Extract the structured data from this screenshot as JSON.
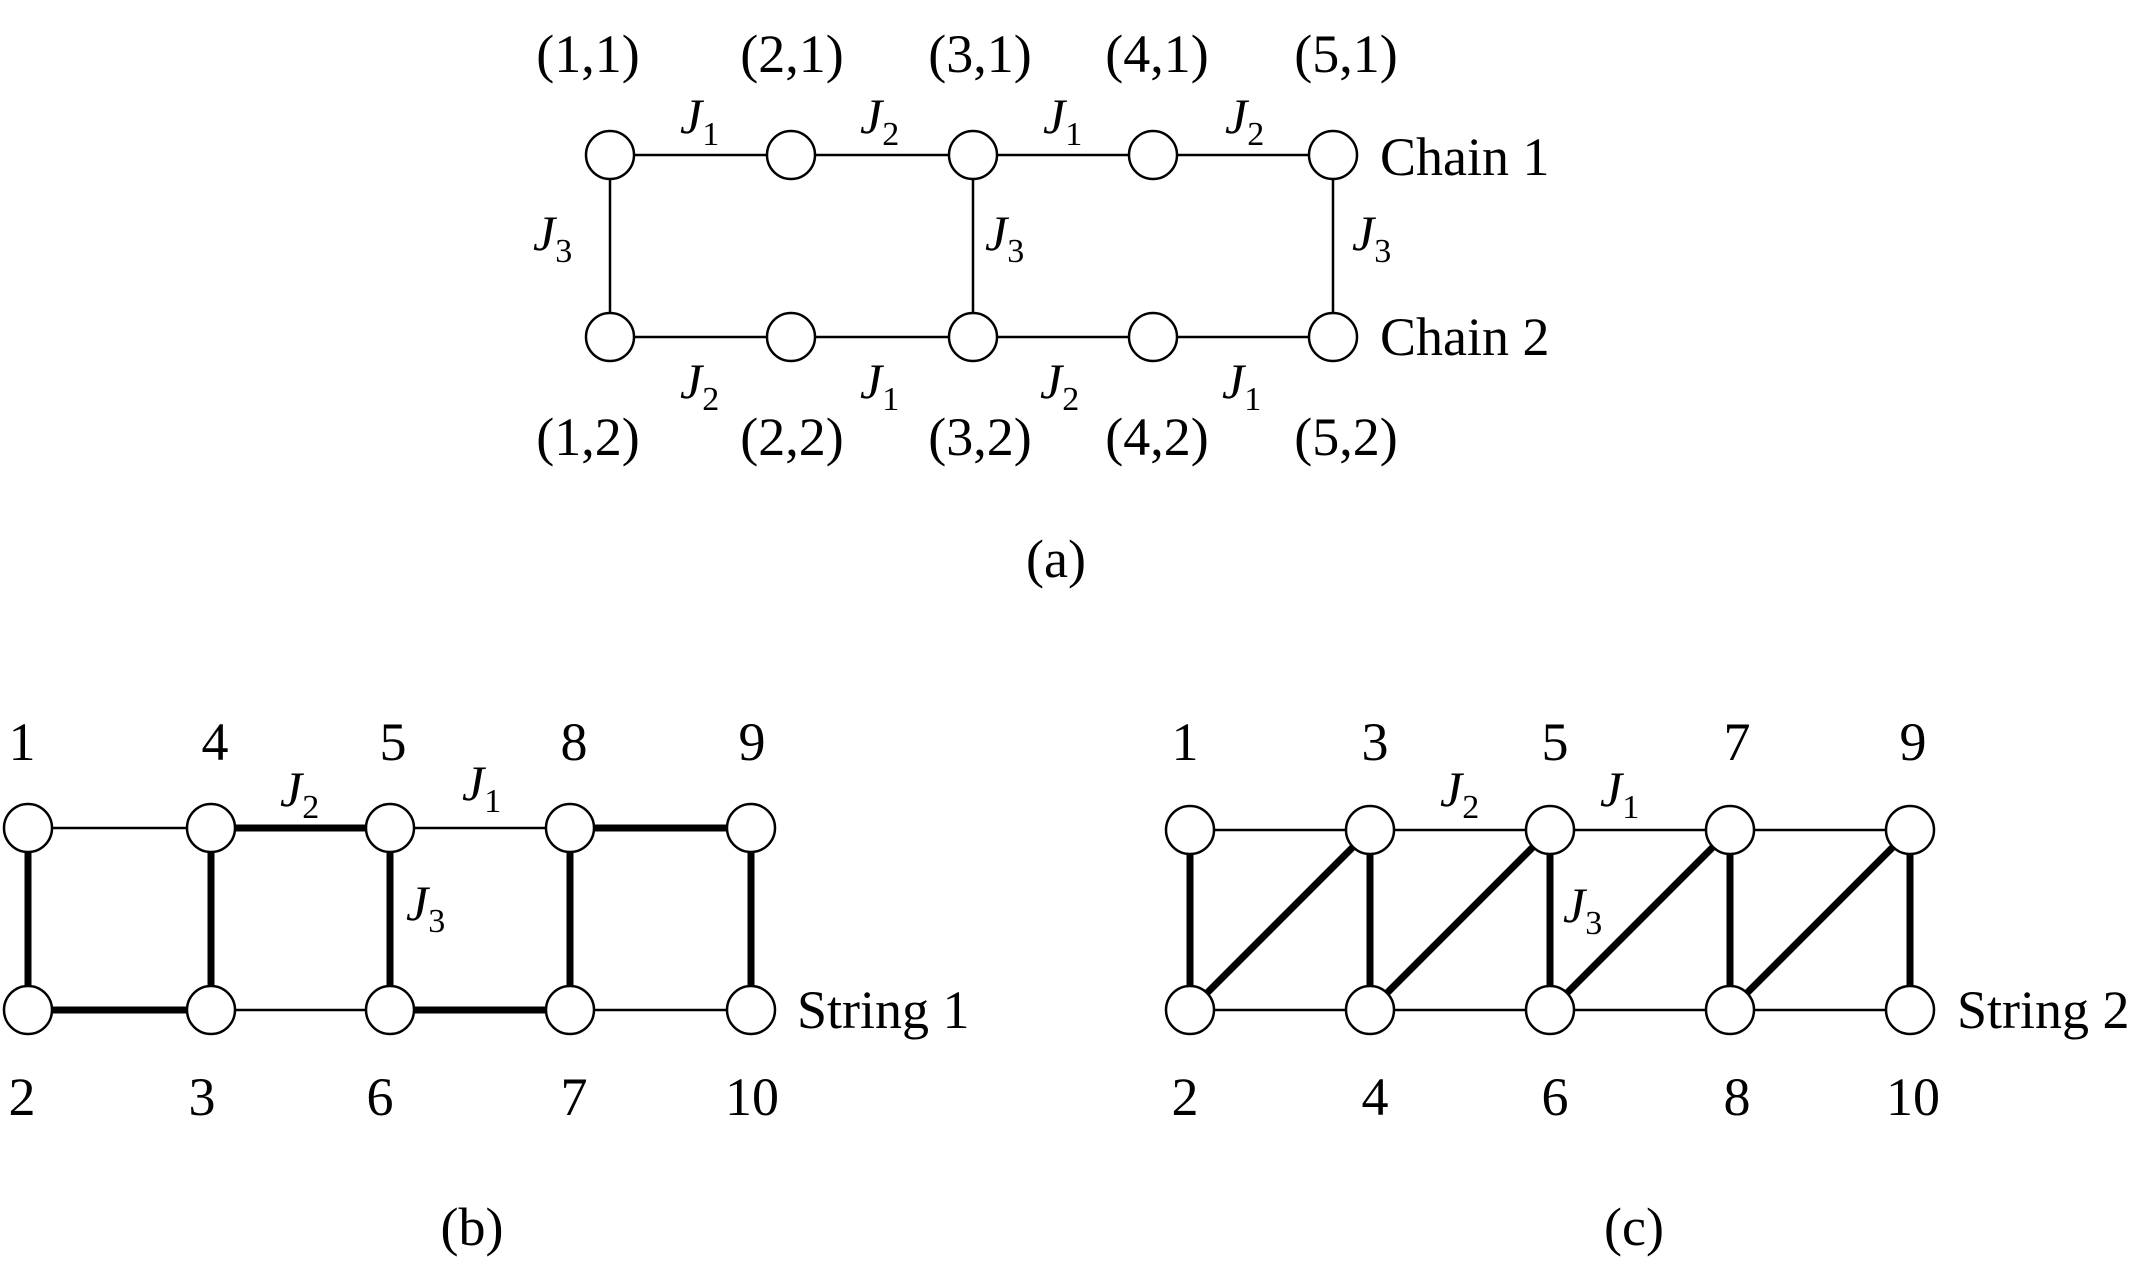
{
  "panels": {
    "a": {
      "caption": "(a)",
      "top_labels": [
        "(1,1)",
        "(2,1)",
        "(3,1)",
        "(4,1)",
        "(5,1)"
      ],
      "bottom_labels": [
        "(1,2)",
        "(2,2)",
        "(3,2)",
        "(4,2)",
        "(5,2)"
      ],
      "chain1": "Chain 1",
      "chain2": "Chain 2",
      "top_couplings": [
        {
          "base": "J",
          "sub": "1"
        },
        {
          "base": "J",
          "sub": "2"
        },
        {
          "base": "J",
          "sub": "1"
        },
        {
          "base": "J",
          "sub": "2"
        }
      ],
      "bottom_couplings": [
        {
          "base": "J",
          "sub": "2"
        },
        {
          "base": "J",
          "sub": "1"
        },
        {
          "base": "J",
          "sub": "2"
        },
        {
          "base": "J",
          "sub": "1"
        }
      ],
      "vertical_couplings": [
        {
          "base": "J",
          "sub": "3"
        },
        {
          "base": "J",
          "sub": "3"
        },
        {
          "base": "J",
          "sub": "3"
        }
      ]
    },
    "b": {
      "caption": "(b)",
      "top_labels": [
        "1",
        "4",
        "5",
        "8",
        "9"
      ],
      "bottom_labels": [
        "2",
        "3",
        "6",
        "7",
        "10"
      ],
      "string_label": "String 1",
      "couplings": [
        {
          "base": "J",
          "sub": "2"
        },
        {
          "base": "J",
          "sub": "1"
        },
        {
          "base": "J",
          "sub": "3"
        }
      ]
    },
    "c": {
      "caption": "(c)",
      "top_labels": [
        "1",
        "3",
        "5",
        "7",
        "9"
      ],
      "bottom_labels": [
        "2",
        "4",
        "6",
        "8",
        "10"
      ],
      "string_label": "String 2",
      "couplings": [
        {
          "base": "J",
          "sub": "2"
        },
        {
          "base": "J",
          "sub": "1"
        },
        {
          "base": "J",
          "sub": "3"
        }
      ]
    }
  }
}
